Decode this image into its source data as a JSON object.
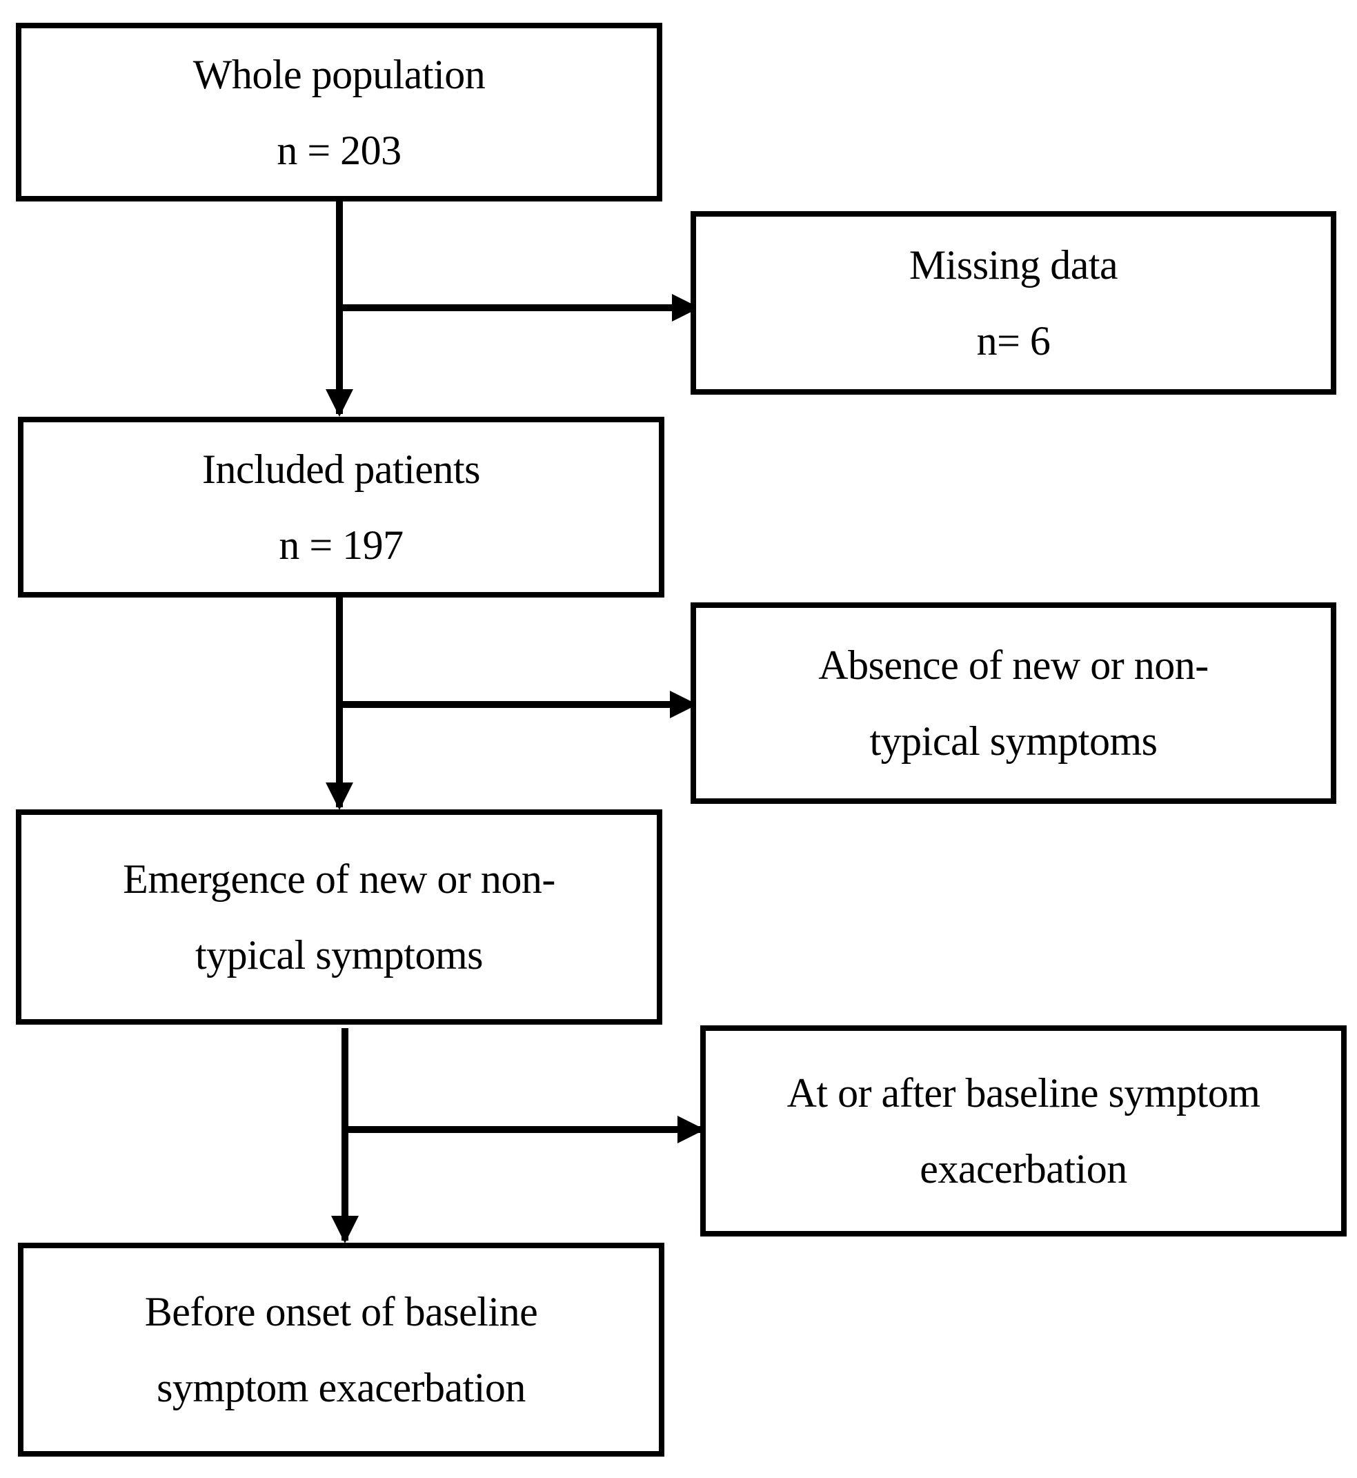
{
  "flowchart": {
    "whole_population": {
      "title": "Whole population",
      "count": "n = 203"
    },
    "missing_data": {
      "title": "Missing data",
      "count": "n= 6"
    },
    "included_patients": {
      "title": "Included patients",
      "count": "n = 197"
    },
    "absence": {
      "line1": "Absence of new or non-",
      "line2": "typical symptoms"
    },
    "emergence": {
      "line1": "Emergence of new or non-",
      "line2": "typical symptoms"
    },
    "at_or_after": {
      "line1": "At or after baseline symptom",
      "line2": "exacerbation"
    },
    "before_onset": {
      "line1": "Before onset of baseline",
      "line2": "symptom exacerbation"
    }
  }
}
